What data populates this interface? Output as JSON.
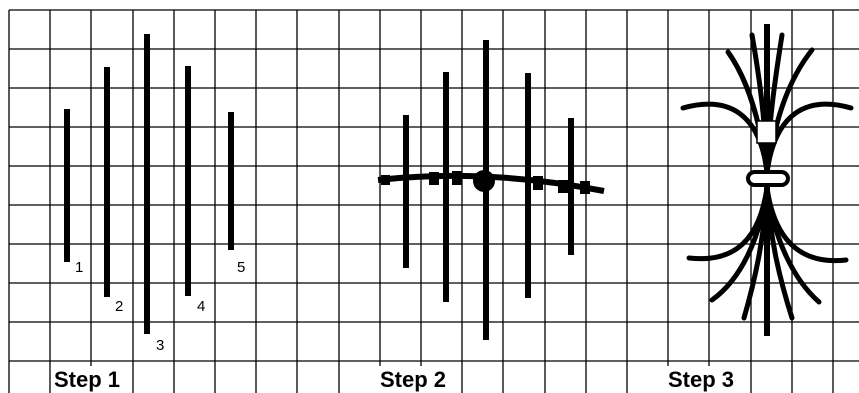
{
  "steps": [
    {
      "label": "Step 1"
    },
    {
      "label": "Step 2"
    },
    {
      "label": "Step 3"
    }
  ],
  "step1_stitch_numbers": [
    "1",
    "2",
    "3",
    "4",
    "5"
  ],
  "colors": {
    "grid": "#000000",
    "ink": "#000000",
    "background": "#ffffff",
    "bead": "#ffffff"
  }
}
